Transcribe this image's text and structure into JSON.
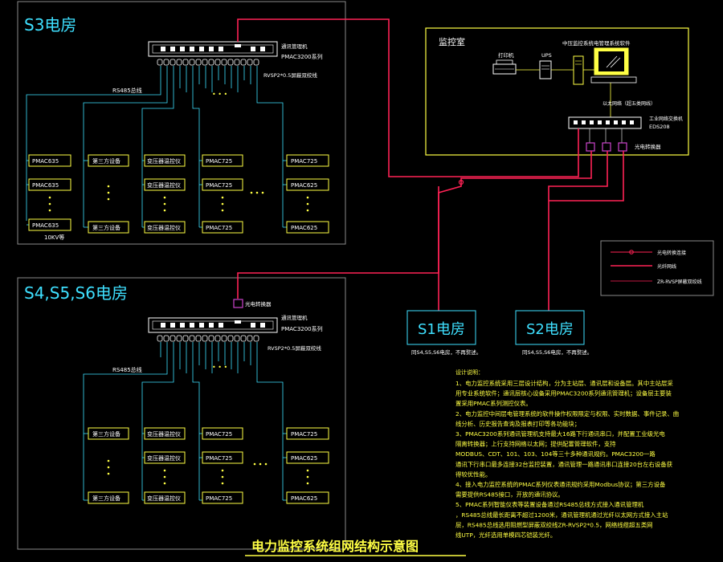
{
  "s3_title": "S3电房",
  "s456_title": "S4,S5,S6电房",
  "ctrl_title": "监控室",
  "s1_title": "S1电房",
  "s2_title": "S2电房",
  "main_title": "电力监控系统组网结构示意图",
  "s3": {
    "comm_label": "通讯管理机",
    "comm_model": "PMAC3200系列",
    "cable_label": "RVSP2*0.5屏蔽双绞线",
    "rs485_label": "RS485总线",
    "col1": [
      "PMAC635",
      "PMAC635",
      "PMAC635"
    ],
    "col1_note": "10KV等",
    "col2": [
      "第三方设备",
      "第三方设备"
    ],
    "col3": [
      "变压器温控仪",
      "变压器温控仪",
      "变压器温控仪"
    ],
    "col4": [
      "PMAC725",
      "PMAC725",
      "PMAC725"
    ],
    "col5": [
      "PMAC725",
      "PMAC625",
      "PMAC625"
    ],
    "dots": "• • •"
  },
  "s456": {
    "converter_label": "光电转换器",
    "comm_label": "通讯管理机",
    "comm_model": "PMAC3200系列",
    "cable_label": "RVSP2*0.5屏蔽双绞线",
    "rs485_label": "RS485总线",
    "col2": [
      "第三方设备",
      "第三方设备"
    ],
    "col3": [
      "变压器温控仪",
      "变压器温控仪",
      "变压器温控仪"
    ],
    "col4": [
      "PMAC725",
      "PMAC725",
      "PMAC725"
    ],
    "col5": [
      "PMAC725",
      "PMAC625",
      "PMAC625"
    ]
  },
  "ctrl": {
    "printer": "打印机",
    "ups": "UPS",
    "software": "中压监控系统电管理系统软件",
    "ethernet": "以太网络（超五类网线）",
    "switch_name": "工业网络交换机",
    "switch_model": "EDS208",
    "converter": "光电转换器"
  },
  "s1_note": "同S4,S5,S6电房，不再赘述。",
  "s2_note": "同S4,S5,S6电房，不再赘述。",
  "legend": [
    {
      "label": "光电转换连接",
      "color": "#ff3355"
    },
    {
      "label": "光纤网线",
      "color": "#ff3355"
    },
    {
      "label": "ZR-RVSP屏蔽双绞线",
      "color": "#ff3355"
    }
  ],
  "notes_title": "设计说明：",
  "notes": [
    "1、电力监控系统采用三层设计结构，分为主站层、通讯层和设备层。其中主站层采",
    "用专业系统软件；通讯层核心设备采用PMAC3200系列通讯管理机；设备层主要装",
    "置采用PMAC系列测控仪表。",
    "2、电力监控中间层电管理系统的软件操作权限限定与权限、实时数据、事件记录、曲",
    "线分析、历史报告查询及报表打印等各功能块；",
    "3、PMAC3200系列通讯管理机支持最大16路下行通讯串口，并配置工业级光电",
    "隔离转换器；上行支持网络以太网；提供配置管理软件，支持",
    "MODBUS、CDT、101、103、104等三十多种通讯规约。PMAC3200一路",
    "通讯下行串口最多连接32台监控装置，通讯管理一路通讯串口连接20台左右设备获",
    "得较优性能。",
    "4、接入电力监控系统的PMAC系列仪表通讯规约采用Modbus协议；第三方设备",
    "需要提供RS485接口，开放的通讯协议。",
    "5、PMAC系列智能仪表等装置设备通过RS485总线方式接入通讯管理机",
    "，RS485总线最长距离不超过1200米，通讯管理机通过光纤以太网方式接入主站",
    "层，RS485总线选用阻燃型屏蔽双绞线ZR-RVSP2*0.5，网络线缆超五类网",
    "线UTP，光纤选用单模四芯铠装光纤。"
  ]
}
